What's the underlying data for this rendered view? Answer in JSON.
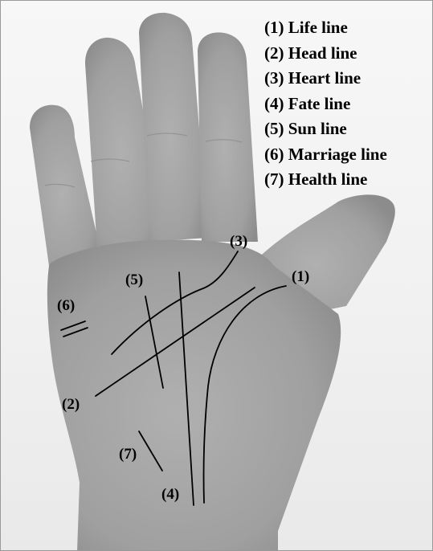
{
  "legend": [
    "(1) Life line",
    "(2) Head line",
    "(3) Heart line",
    "(4) Fate line",
    "(5) Sun line",
    "(6) Marriage line",
    "(7) Health line"
  ],
  "markers": {
    "life": "(1)",
    "head": "(2)",
    "heart": "(3)",
    "fate": "(4)",
    "sun": "(5)",
    "marriage": "(6)",
    "health": "(7)"
  },
  "colors": {
    "background": "#f4f4f4",
    "skin": "#a0a0a0",
    "skin_shadow": "#868686",
    "line": "#000000",
    "text": "#000000"
  }
}
